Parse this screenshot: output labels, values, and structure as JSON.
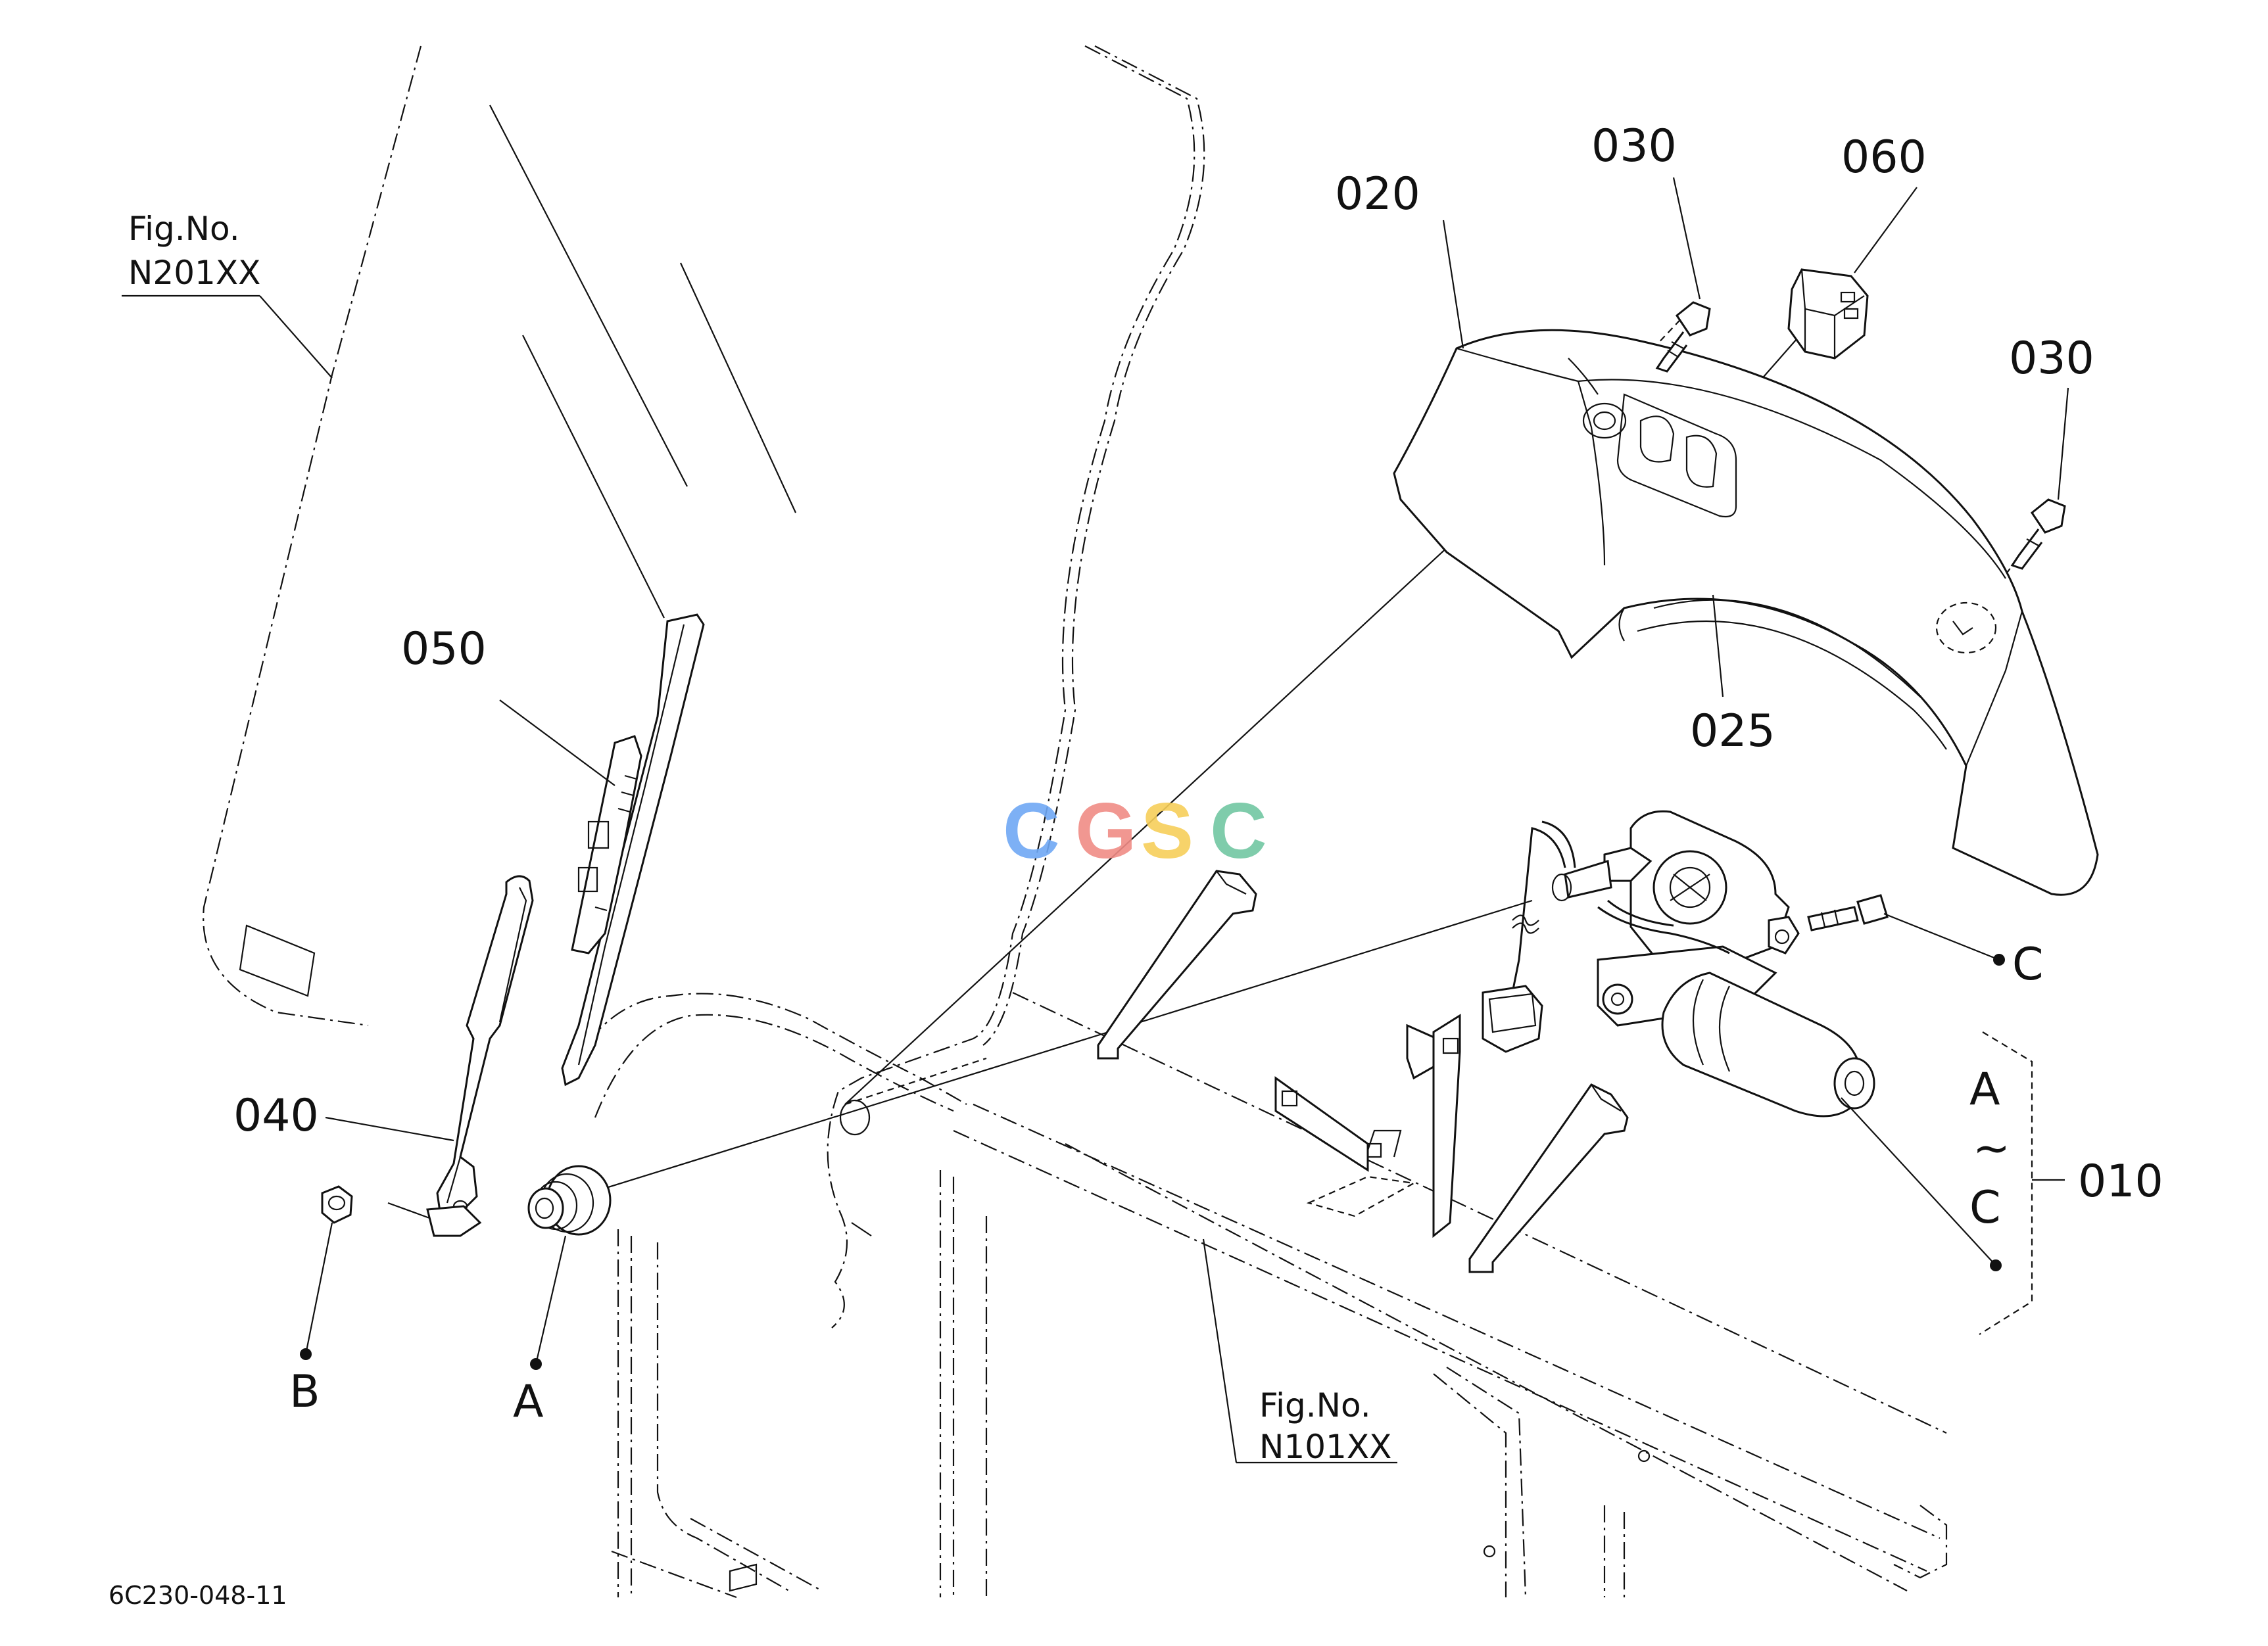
{
  "figure_code": "6C230-048-11",
  "watermark": {
    "letters": [
      "C",
      "G",
      "S",
      "C"
    ],
    "colors": [
      "#6fa8f5",
      "#f08c86",
      "#f7cf5a",
      "#72c7a2"
    ]
  },
  "parts": {
    "p010": "010",
    "p020": "020",
    "p025": "025",
    "p030a": "030",
    "p030b": "030",
    "p040": "040",
    "p050": "050",
    "p060": "060"
  },
  "refs": {
    "fig_top_left": {
      "line1": "Fig.No.",
      "line2": "N201XX"
    },
    "fig_bottom": {
      "line1": "Fig.No.",
      "line2": "N101XX"
    }
  },
  "markers": {
    "a_left": "A",
    "b_left": "B",
    "c_right": "C",
    "range_top": "A",
    "range_tilde": "~",
    "range_bottom": "C"
  }
}
